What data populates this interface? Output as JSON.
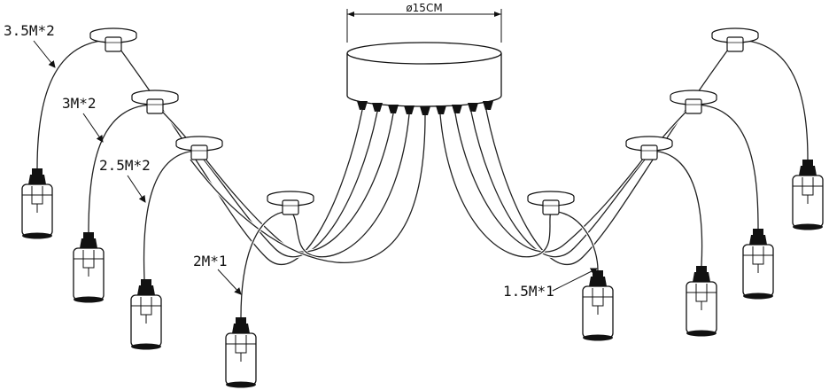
{
  "diagram": {
    "canopy_dimension": "ø15CM",
    "cord_labels": {
      "l1": "3.5M*2",
      "l2": "3M*2",
      "l3": "2.5M*2",
      "l4": "2M*1",
      "l5": "1.5M*1"
    },
    "colors": {
      "line": "#111111",
      "background": "#ffffff"
    }
  }
}
